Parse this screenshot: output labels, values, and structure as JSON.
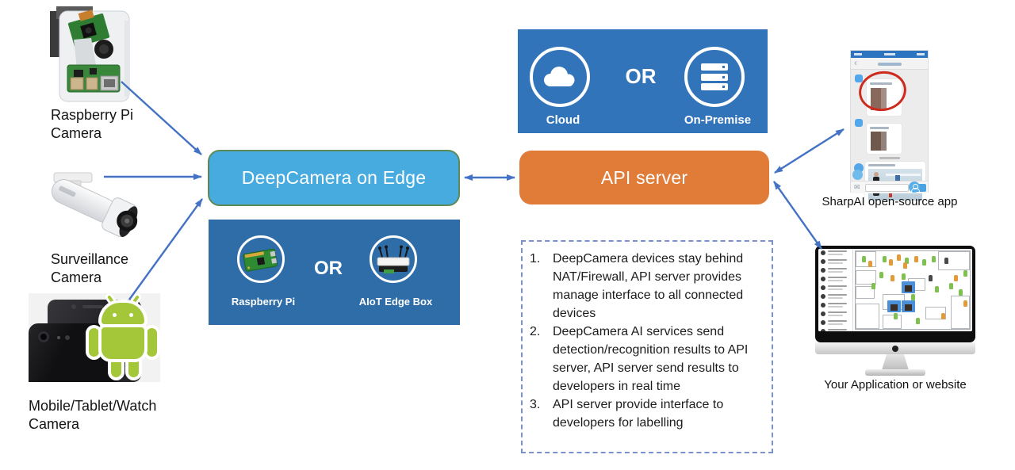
{
  "palette": {
    "arrow_blue": "#4472C4",
    "edge_box_fill": "#47ABE0",
    "edge_box_border": "#5D8A57",
    "dark_blue_fill": "#2E6DA8",
    "cloud_box_fill": "#3274B9",
    "api_orange": "#E07C38",
    "android_green": "#A4C639",
    "highlight_red": "#CC2B1D",
    "notes_border": "#7B90CF"
  },
  "devices": {
    "raspberry_pi": {
      "label": "Raspberry Pi Camera"
    },
    "surveillance": {
      "label": "Surveillance Camera"
    },
    "mobile": {
      "label": "Mobile/Tablet/Watch Camera"
    }
  },
  "edge": {
    "title": "DeepCamera on Edge",
    "hardware": {
      "left": "Raspberry Pi",
      "or": "OR",
      "right": "AIoT Edge Box"
    }
  },
  "api": {
    "title": "API server",
    "deployment": {
      "left": "Cloud",
      "or": "OR",
      "right": "On-Premise"
    }
  },
  "notes": {
    "items": [
      "DeepCamera devices stay behind NAT/Firewall, API server provides manage interface to all connected devices",
      "DeepCamera AI services send detection/recognition results to API server, API server send results to developers in real time",
      "API server provide interface to developers for labelling"
    ]
  },
  "clients": {
    "sharpai": {
      "label": "SharpAI open-source app"
    },
    "website": {
      "label": "Your Application or website"
    }
  }
}
